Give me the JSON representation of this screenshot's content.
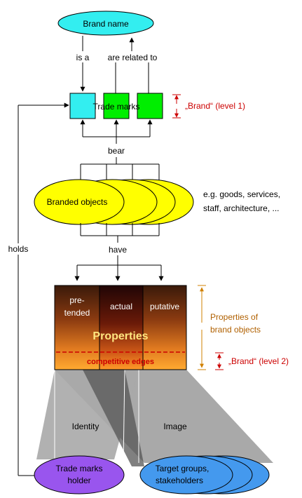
{
  "brand_name": "Brand name",
  "is_a": "is a",
  "related_to": "are related to",
  "trade_marks": "Trade marks",
  "brand_level1": "„Brand“ (level 1)",
  "bear": "bear",
  "branded_objects": "Branded objects",
  "examples_line1": "e.g. goods, services,",
  "examples_line2": "staff, architecture, ...",
  "have": "have",
  "holds": "holds",
  "pretended_line1": "pre-",
  "pretended_line2": "tended",
  "actual": "actual",
  "putative": "putative",
  "properties": "Properties",
  "competitive_edges": "competitive edges",
  "properties_of_line1": "Properties of",
  "properties_of_line2": "brand objects",
  "brand_level2": "„Brand“ (level 2)",
  "identity": "Identity",
  "image": "Image",
  "holder_line1": "Trade marks",
  "holder_line2": "holder",
  "target_line1": "Target groups,",
  "target_line2": "stakeholders",
  "colors": {
    "cyan": "#33eef0",
    "green": "#00ee00",
    "yellow": "#ffff00",
    "purple": "#9955ee",
    "blue": "#4499ee",
    "red": "#cc0000",
    "orange": "#d08000"
  }
}
